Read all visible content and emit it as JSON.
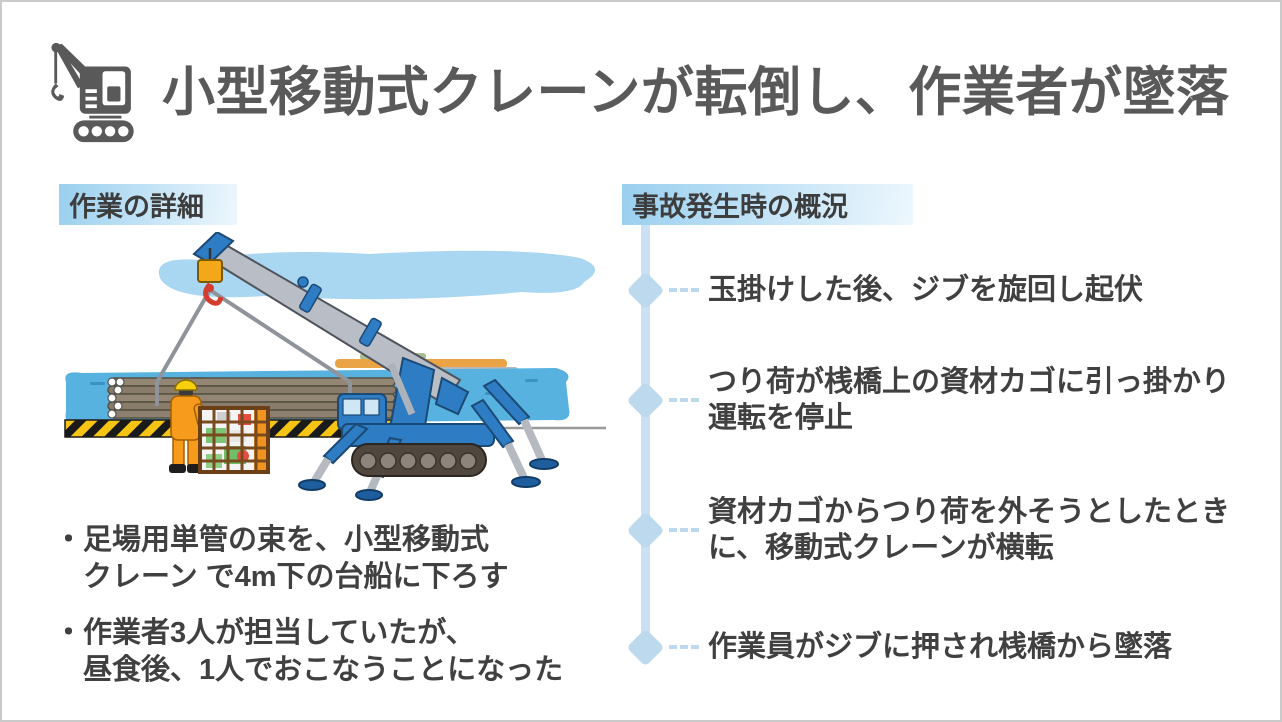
{
  "title": {
    "text": "小型移動式クレーンが転倒し、作業者が墜落",
    "icon": "mobile-crane-icon"
  },
  "left_section": {
    "header": "作業の詳細",
    "bullets": [
      {
        "marker": "・",
        "lines": [
          "足場用単管の束を、小型移動式",
          "クレーン で4m下の台船に下ろす"
        ]
      },
      {
        "marker": "・",
        "lines": [
          "作業者3人が担当していたが、",
          "昼食後、1人でおこなうことになった"
        ]
      }
    ]
  },
  "right_section": {
    "header": "事故発生時の概況",
    "events": [
      {
        "lines": [
          "玉掛けした後、ジブを旋回し起伏"
        ]
      },
      {
        "lines": [
          "つり荷が桟橋上の資材カゴに引っ掛かり",
          "運転を停止"
        ]
      },
      {
        "lines": [
          "資材カゴからつり荷を外そうとしたとき",
          "に、移動式クレーンが横転"
        ]
      },
      {
        "lines": [
          "作業員がジブに押され桟橋から墜落"
        ]
      }
    ]
  },
  "illustration": {
    "name": "crane-accident-illustration",
    "description": "小型移動式クレーンが桟橋で足場用単管の束をつり上げ、作業者が資材カゴの横に立っている"
  },
  "colors": {
    "title_text": "#595959",
    "body_text": "#404040",
    "timeline_accent": "#bdd9ee",
    "header_gradient_start": "#99cfee",
    "header_gradient_end": "#edf7fd",
    "slide_border": "#cacaca"
  }
}
